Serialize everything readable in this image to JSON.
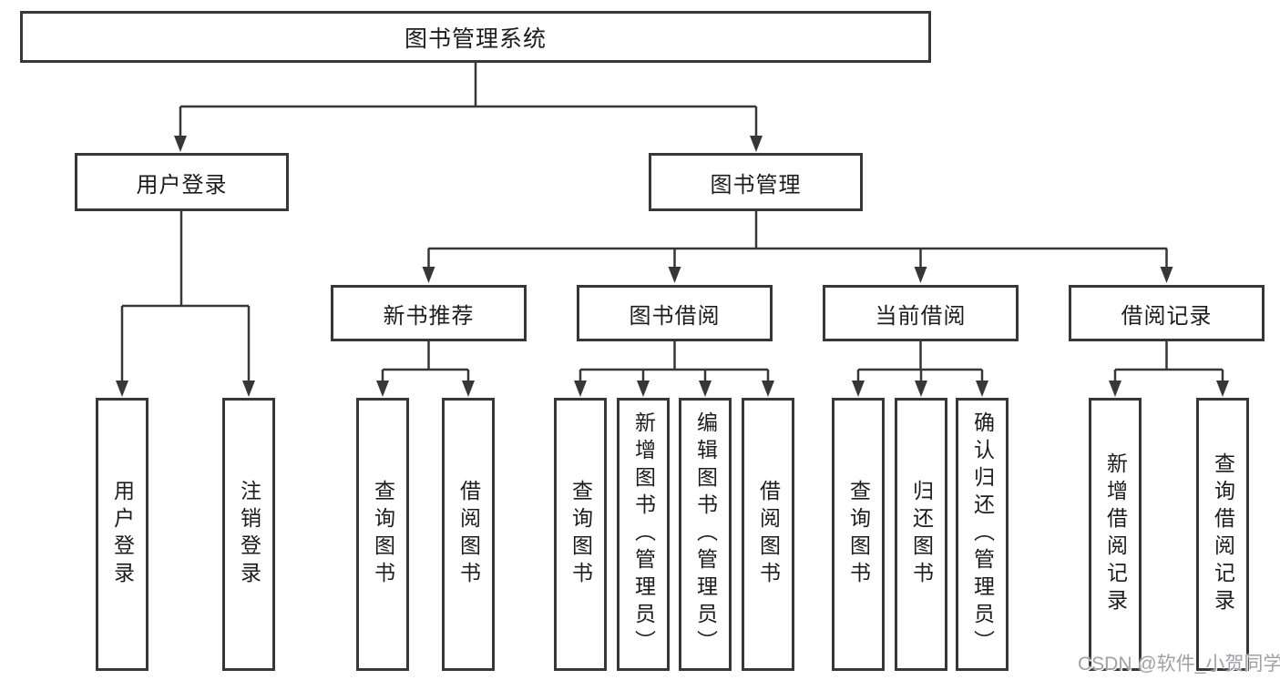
{
  "root": {
    "label": "图书管理系统"
  },
  "watermark": {
    "text": "CSDN @软件_小贺同学"
  },
  "nodes": {
    "user_login_branch": {
      "label": "用户登录",
      "children": {
        "user_login": {
          "label": "用户登录"
        },
        "logout": {
          "label": "注销登录"
        }
      }
    },
    "book_mgmt": {
      "label": "图书管理",
      "children": {
        "new_book_rec": {
          "label": "新书推荐",
          "children": {
            "query_books": {
              "label": "查询图书"
            },
            "borrow_books": {
              "label": "借阅图书"
            }
          }
        },
        "book_borrow": {
          "label": "图书借阅",
          "children": {
            "query_books": {
              "label": "查询图书"
            },
            "add_books": {
              "label": "新增图书（管理员）"
            },
            "edit_books": {
              "label": "编辑图书（管理员）"
            },
            "borrow_books": {
              "label": "借阅图书"
            }
          }
        },
        "current_borrow": {
          "label": "当前借阅",
          "children": {
            "query_books": {
              "label": "查询图书"
            },
            "return_books": {
              "label": "归还图书"
            },
            "confirm_return": {
              "label": "确认归还（管理员）"
            }
          }
        },
        "borrow_records": {
          "label": "借阅记录",
          "children": {
            "add_record": {
              "label": "新增借阅记录"
            },
            "query_record": {
              "label": "查询借阅记录"
            }
          }
        }
      }
    }
  }
}
